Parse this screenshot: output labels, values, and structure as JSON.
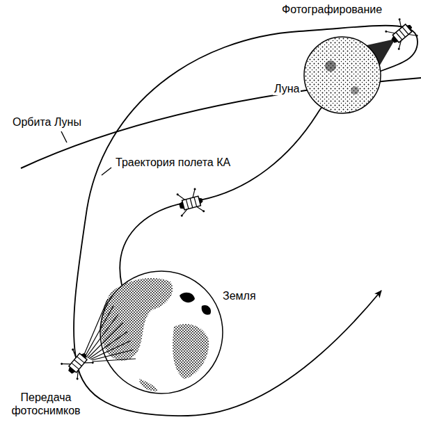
{
  "diagram": {
    "labels": [
      "Фотографирование",
      "Луна",
      "Орбита Луны",
      "Траектория полета КА",
      "Земля",
      "Передача фотоснимков"
    ]
  }
}
